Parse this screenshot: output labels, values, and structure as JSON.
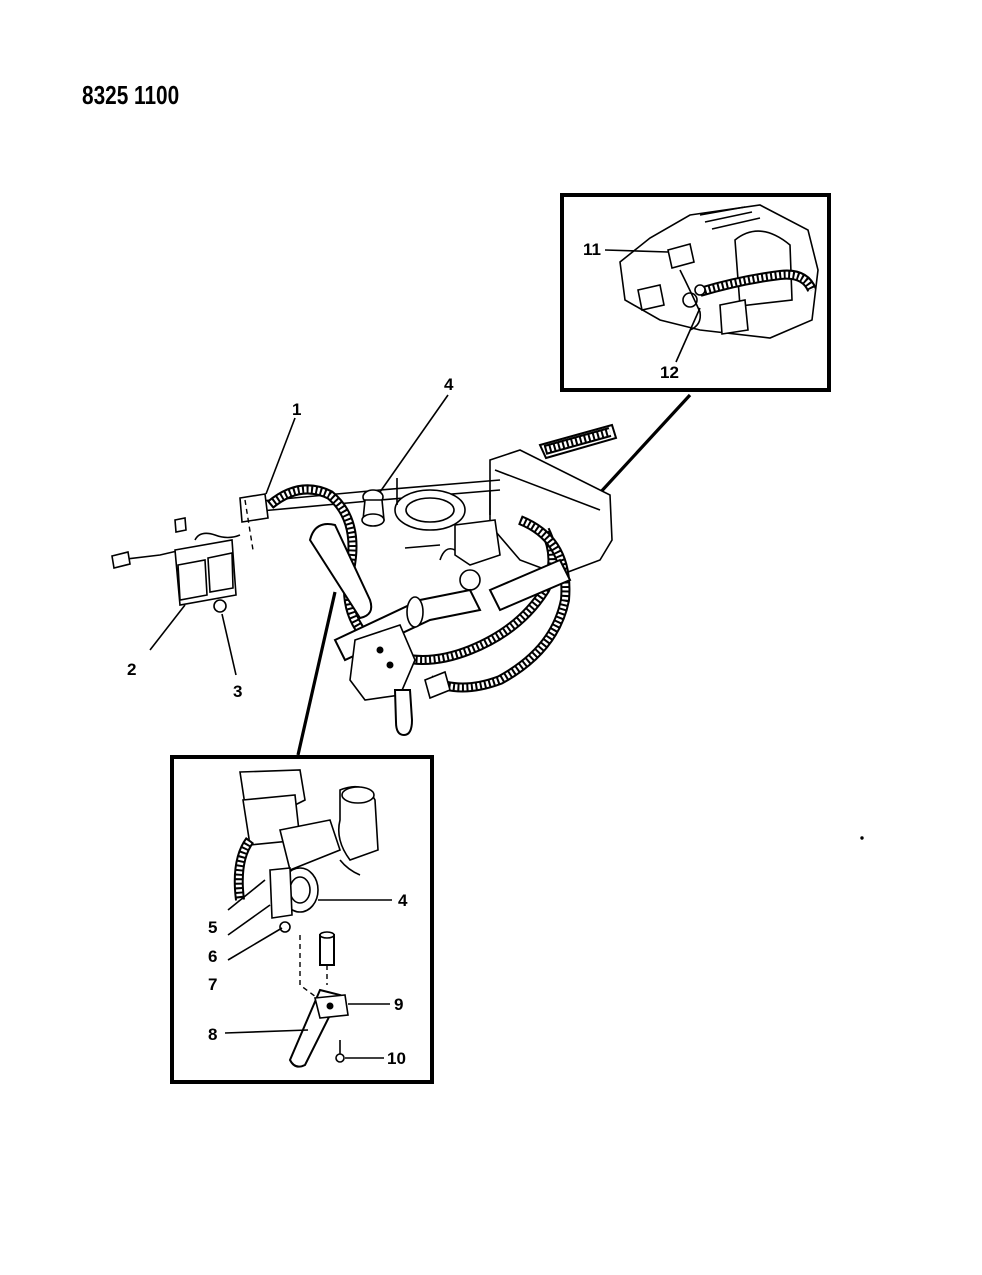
{
  "figure_code": "8325 1100",
  "callouts": {
    "c1": "1",
    "c2": "2",
    "c3": "3",
    "c4": "4",
    "c4b": "4",
    "c5": "5",
    "c6": "6",
    "c7": "7",
    "c8": "8",
    "c9": "9",
    "c10": "10",
    "c11": "11",
    "c12": "12"
  }
}
